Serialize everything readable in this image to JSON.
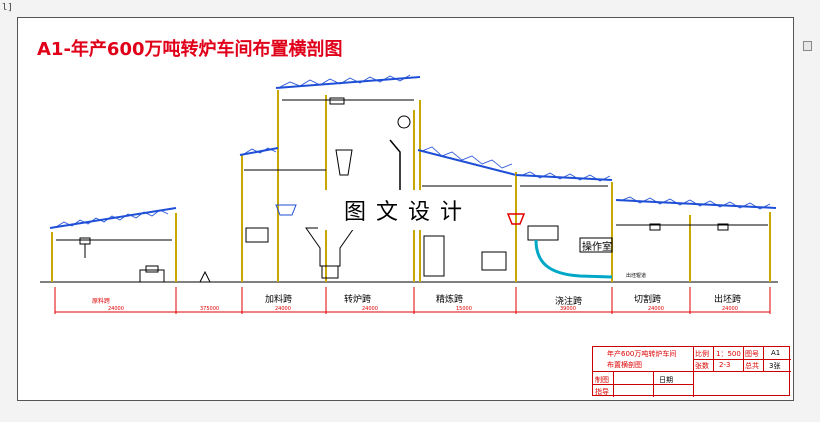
{
  "corner_mark": "l]",
  "title": "A1-年产600万吨转炉车间布置横剖图",
  "watermark": "图文设计",
  "control_room": "操作室",
  "bays": [
    {
      "name": "加料跨",
      "dim": "24000"
    },
    {
      "name": "转炉跨",
      "dim": "24000"
    },
    {
      "name": "精炼跨",
      "dim": "15000"
    },
    {
      "name": "浇注跨",
      "dim": "39000"
    },
    {
      "name": "切割跨",
      "dim": "24000"
    },
    {
      "name": "出坯跨",
      "dim": "24000"
    }
  ],
  "left_bay": {
    "name": "原料跨",
    "dim": "24000",
    "gap_dim": "375000"
  },
  "small_annotation": "出坯辊道",
  "title_block": {
    "name_line1": "年产600万吨转炉车间",
    "name_line2": "布置横剖图",
    "scale_label": "比例",
    "scale_value": "1：500",
    "drawing_no_label": "图号",
    "drawing_no_value": "A1",
    "sheet_label": "张数",
    "sheet_value": "2-3",
    "total_label": "总共",
    "total_value": "3张",
    "drawn_label": "制图",
    "date_label": "日期",
    "checked_label": "指导"
  },
  "colors": {
    "title": "#e0001a",
    "steel": "#1f4fd6",
    "column": "#c8a800",
    "dim": "#e00000",
    "pipe": "#00a8c8"
  }
}
